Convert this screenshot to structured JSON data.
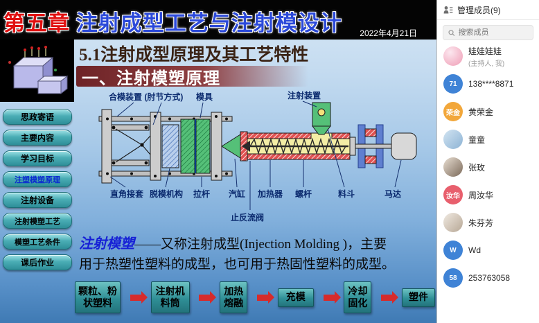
{
  "colors": {
    "chapter_red": "#e01010",
    "title_blue": "#2b49d9",
    "flow_arrow_red": "#d62b2b",
    "nav_button_teal": "#3aa0a8",
    "subtitle_bar_maroon": "#6e2326"
  },
  "header": {
    "chapter": "第五章",
    "title": "注射成型工艺与注射模设计",
    "date": "2022年4月21日"
  },
  "sidebar": {
    "items": [
      {
        "label": "思政寄语"
      },
      {
        "label": "主要内容"
      },
      {
        "label": "学习目标"
      },
      {
        "label": "注塑模塑原理"
      },
      {
        "label": "注射设备"
      },
      {
        "label": "注射模塑工艺"
      },
      {
        "label": "模塑工艺条件"
      },
      {
        "label": "课后作业"
      }
    ]
  },
  "slide": {
    "section_title": "5.1注射成型原理及其工艺特性",
    "subtitle": "一、注射模塑原理",
    "diagram": {
      "top_labels": [
        "合模装置 (肘节方式)",
        "模具",
        "注射装置"
      ],
      "bottom_labels": [
        "直角接套",
        "脱模机构",
        "拉杆",
        "汽缸",
        "加热器",
        "螺杆",
        "料斗",
        "马达"
      ],
      "valve_label": "止反流阀"
    },
    "definition": {
      "term": "注射模塑",
      "line1_rest": "——又称注射成型(Injection Molding )，主要",
      "line2": "用于热塑性塑料的成型，也可用于热固性塑料的成型。"
    },
    "flow_steps": [
      "颗粒、粉状塑料",
      "注射机料筒",
      "加热熔融",
      "充模",
      "冷却固化",
      "塑件"
    ]
  },
  "panel": {
    "title": "管理成员(9)",
    "search_placeholder": "搜索成员",
    "members": [
      {
        "avatar_text": "",
        "avatar_color": "radial-gradient(circle at 35% 30%, #fce7ef, #ef9db5)",
        "name": "娃娃娃娃",
        "sub": "(主持人, 我)"
      },
      {
        "avatar_text": "71",
        "avatar_color": "#3f83d6",
        "name": "138****8871"
      },
      {
        "avatar_text": "荣金",
        "avatar_color": "#f2a73b",
        "name": "黄荣金"
      },
      {
        "avatar_text": "",
        "avatar_color": "linear-gradient(135deg,#d2e4f2,#8db3d4)",
        "name": "童童"
      },
      {
        "avatar_text": "",
        "avatar_color": "linear-gradient(135deg,#e9dfd3,#7c6a5a)",
        "name": "张玫"
      },
      {
        "avatar_text": "汝华",
        "avatar_color": "#e85f6d",
        "name": "周汝华"
      },
      {
        "avatar_text": "",
        "avatar_color": "linear-gradient(135deg,#f0eae2,#b7a795)",
        "name": "朱芬芳"
      },
      {
        "avatar_text": "W",
        "avatar_color": "#3f83d6",
        "name": "Wd"
      },
      {
        "avatar_text": "58",
        "avatar_color": "#3f83d6",
        "name": "253763058"
      }
    ]
  }
}
